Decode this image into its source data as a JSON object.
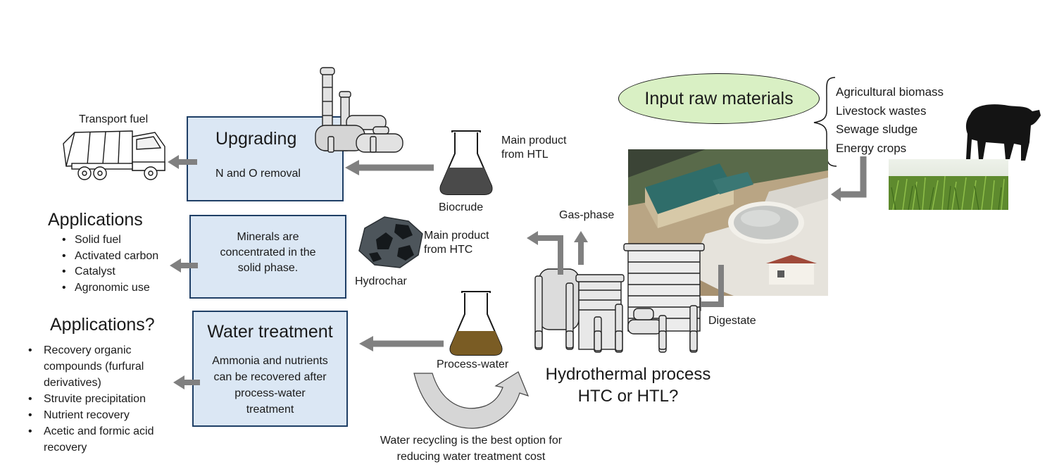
{
  "input": {
    "title": "Input raw materials",
    "items": [
      "Agricultural biomass",
      "Livestock wastes",
      "Sewage sludge",
      "Energy crops"
    ]
  },
  "labels": {
    "transport_fuel": "Transport fuel",
    "main_product_htl": [
      "Main product",
      "from HTL"
    ],
    "biocrude": "Biocrude",
    "gas_phase": "Gas-phase",
    "main_product_htc": [
      "Main product",
      "from HTC"
    ],
    "hydrochar": "Hydrochar",
    "process_water": "Process-water",
    "digestate": "Digestate",
    "hydrothermal": [
      "Hydrothermal process",
      "HTC or HTL?"
    ],
    "water_recycling": [
      "Water recycling is the best option for",
      "reducing water treatment cost"
    ]
  },
  "upgrading": {
    "title": "Upgrading",
    "text": "N and O removal"
  },
  "minerals": {
    "lines": [
      "Minerals are",
      "concentrated in the",
      "solid phase."
    ]
  },
  "water_treatment": {
    "title": "Water treatment",
    "lines": [
      "Ammonia and nutrients",
      "can be recovered after",
      "process-water",
      "treatment"
    ]
  },
  "applications1": {
    "title": "Applications",
    "items": [
      "Solid fuel",
      "Activated carbon",
      "Catalyst",
      "Agronomic use"
    ]
  },
  "applications2": {
    "title": "Applications?",
    "items": [
      [
        "Recovery organic",
        "compounds (furfural",
        "derivatives)"
      ],
      [
        "Struvite precipitation"
      ],
      [
        "Nutrient recovery"
      ],
      [
        "Acetic and formic acid",
        "recovery"
      ]
    ]
  },
  "colors": {
    "box_fill": "#dbe7f4",
    "box_border": "#1f3f66",
    "arrow": "#808080",
    "ellipse_fill": "#d9f0c4",
    "biocrude": "#4a4a4a",
    "process_water": "#7a5c24"
  }
}
